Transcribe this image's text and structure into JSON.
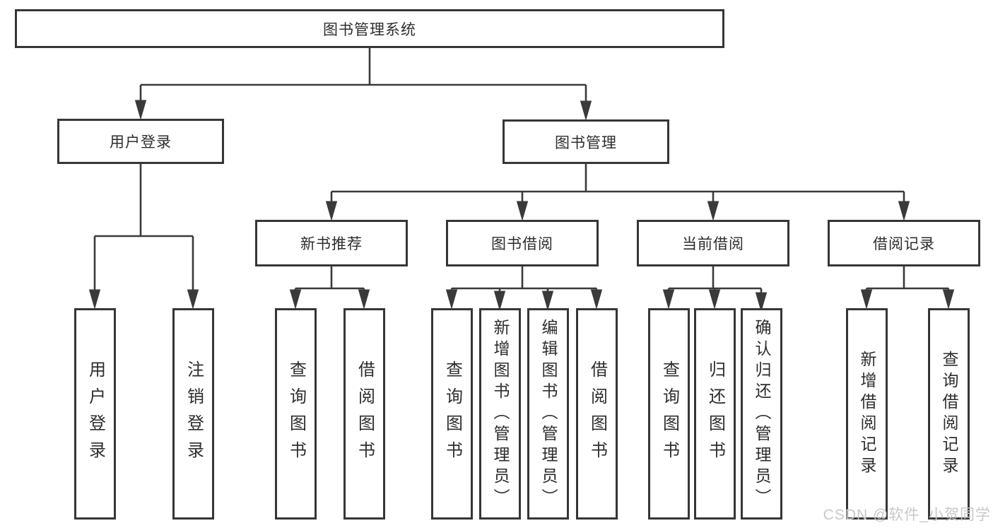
{
  "diagram": {
    "root": "图书管理系统",
    "level2": {
      "user_login": "用户登录",
      "book_mgmt": "图书管理"
    },
    "level3": {
      "recommend": "新书推荐",
      "borrow": "图书借阅",
      "current": "当前借阅",
      "records": "借阅记录"
    },
    "leaves": {
      "login": "用户登录",
      "logout": "注销登录",
      "nb_query": "查询图书",
      "nb_borrow": "借阅图书",
      "bw_query": "查询图书",
      "bw_add": "新增图书（管理员）",
      "bw_edit": "编辑图书（管理员）",
      "bw_borrow": "借阅图书",
      "cb_query": "查询图书",
      "cb_return": "归还图书",
      "cb_confirm": "确认归还（管理员）",
      "rec_add": "新增借阅记录",
      "rec_query": "查询借阅记录"
    }
  },
  "watermark": "CSDN @软件_小贺同学",
  "colors": {
    "line": "#3a3a3a",
    "border": "#363636",
    "text": "#2d2d2d",
    "watermark": "#c8c8c8",
    "background": "#ffffff"
  }
}
